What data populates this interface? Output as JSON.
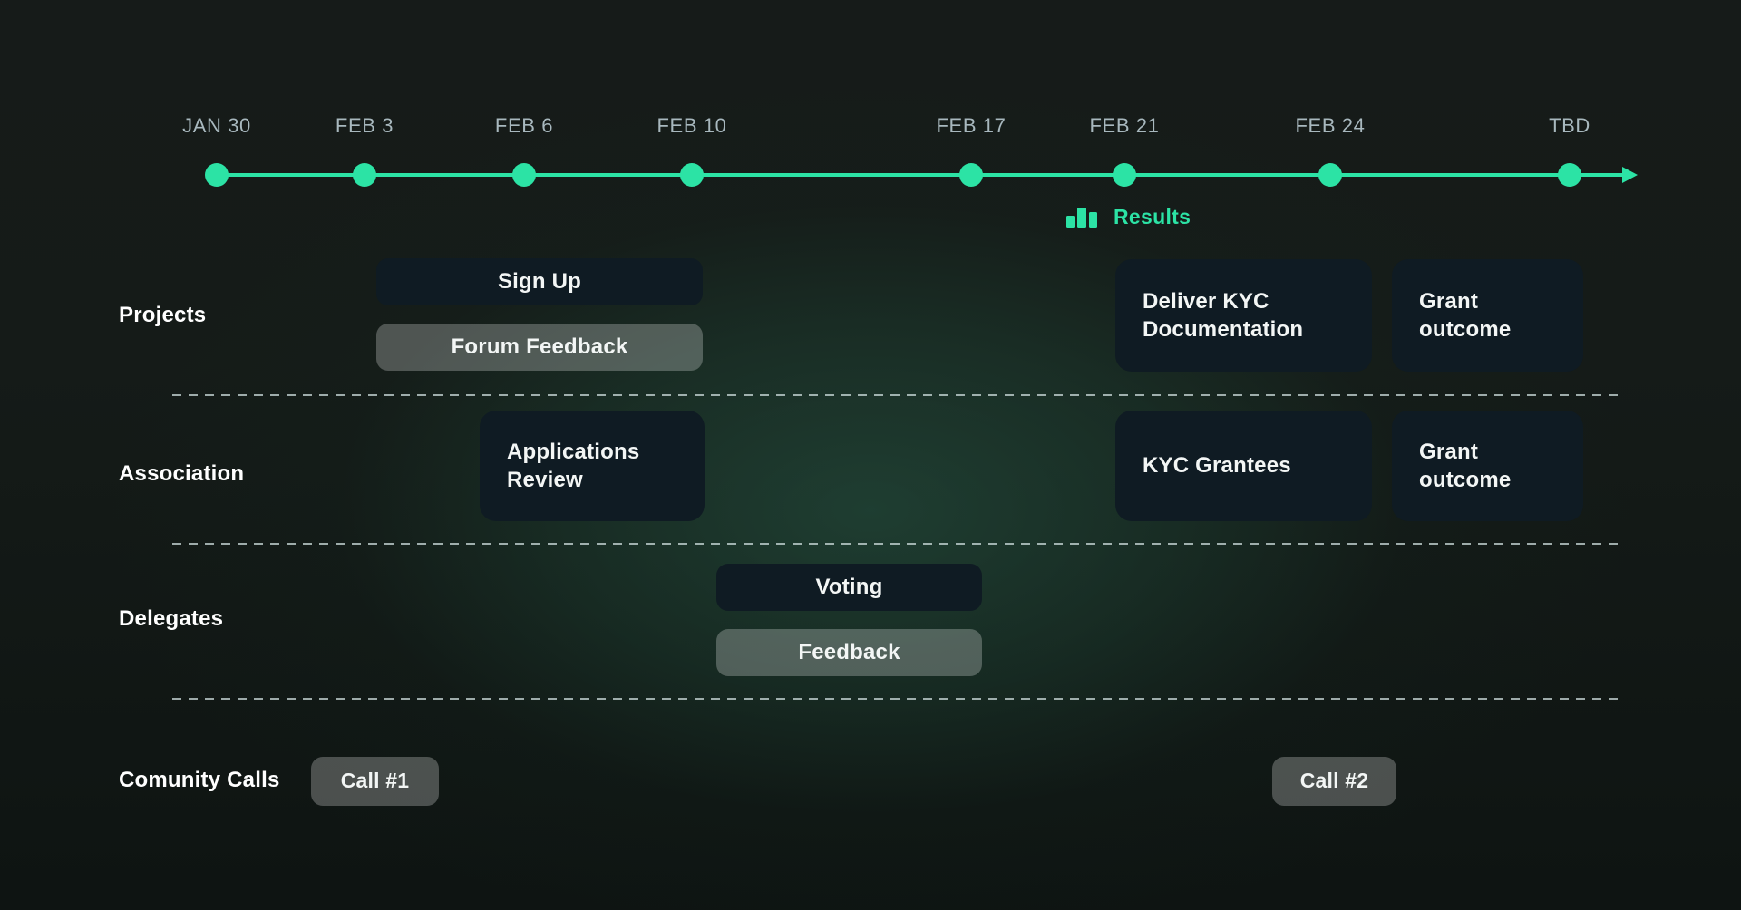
{
  "timeline": {
    "dates": [
      {
        "label": "JAN 30"
      },
      {
        "label": "FEB 3"
      },
      {
        "label": "FEB 6"
      },
      {
        "label": "FEB 10"
      },
      {
        "label": "FEB 17"
      },
      {
        "label": "FEB 21"
      },
      {
        "label": "FEB 24"
      },
      {
        "label": "TBD"
      }
    ],
    "annotation": {
      "icon": "bar-chart-icon",
      "label": "Results"
    }
  },
  "rows": [
    {
      "label": "Projects",
      "items": [
        {
          "label": "Sign Up"
        },
        {
          "label": "Forum Feedback"
        },
        {
          "label": "Deliver KYC Documentation"
        },
        {
          "label": "Grant outcome"
        }
      ]
    },
    {
      "label": "Association",
      "items": [
        {
          "label": "Applications Review"
        },
        {
          "label": "KYC Grantees"
        },
        {
          "label": "Grant outcome"
        }
      ]
    },
    {
      "label": "Delegates",
      "items": [
        {
          "label": "Voting"
        },
        {
          "label": "Feedback"
        }
      ]
    },
    {
      "label": "Comunity Calls",
      "items": [
        {
          "label": "Call #1"
        },
        {
          "label": "Call #2"
        }
      ]
    }
  ],
  "colors": {
    "accent_green": "#2ce3a5",
    "date_label": "#a8b8be",
    "dark_pill": "#0f1b23",
    "light_pill": "rgba(255,255,255,0.25)",
    "separator": "rgba(205,220,220,0.75)"
  }
}
